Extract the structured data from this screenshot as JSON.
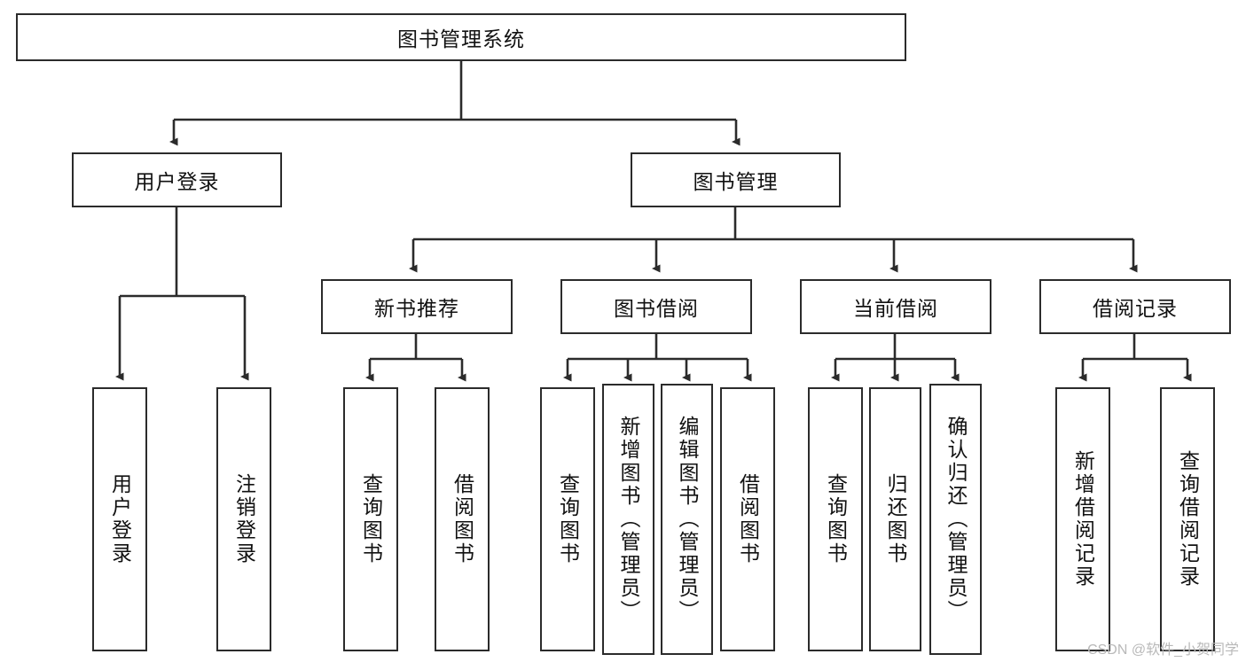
{
  "diagram": {
    "title": "图书管理系统",
    "type": "hierarchy-tree",
    "watermark": "CSDN @软件_小贺同学",
    "colors": {
      "box_border": "#2b2b2b",
      "box_fill": "#ffffff",
      "edge": "#2b2b2b",
      "text": "#111111",
      "watermark": "#b9b9b9"
    },
    "levels": [
      {
        "level": 1,
        "nodes": [
          {
            "id": "root",
            "label": "图书管理系统",
            "orientation": "horizontal"
          }
        ]
      },
      {
        "level": 2,
        "nodes": [
          {
            "id": "login",
            "label": "用户登录",
            "orientation": "horizontal",
            "parent": "root"
          },
          {
            "id": "bookmgmt",
            "label": "图书管理",
            "orientation": "horizontal",
            "parent": "root"
          }
        ]
      },
      {
        "level": 3,
        "nodes": [
          {
            "id": "newbook",
            "label": "新书推荐",
            "orientation": "horizontal",
            "parent": "bookmgmt"
          },
          {
            "id": "borrow",
            "label": "图书借阅",
            "orientation": "horizontal",
            "parent": "bookmgmt"
          },
          {
            "id": "current",
            "label": "当前借阅",
            "orientation": "horizontal",
            "parent": "bookmgmt"
          },
          {
            "id": "records",
            "label": "借阅记录",
            "orientation": "horizontal",
            "parent": "bookmgmt"
          }
        ]
      },
      {
        "level": 4,
        "nodes": [
          {
            "id": "leaf1",
            "label": "用户登录",
            "orientation": "vertical",
            "parent": "login"
          },
          {
            "id": "leaf2",
            "label": "注销登录",
            "orientation": "vertical",
            "parent": "login"
          },
          {
            "id": "leaf3",
            "label": "查询图书",
            "orientation": "vertical",
            "parent": "newbook"
          },
          {
            "id": "leaf4",
            "label": "借阅图书",
            "orientation": "vertical",
            "parent": "newbook"
          },
          {
            "id": "leaf5",
            "label": "查询图书",
            "orientation": "vertical",
            "parent": "borrow"
          },
          {
            "id": "leaf6",
            "label": "新增图书（管理员）",
            "orientation": "vertical",
            "parent": "borrow"
          },
          {
            "id": "leaf7",
            "label": "编辑图书（管理员）",
            "orientation": "vertical",
            "parent": "borrow"
          },
          {
            "id": "leaf8",
            "label": "借阅图书",
            "orientation": "vertical",
            "parent": "borrow"
          },
          {
            "id": "leaf9",
            "label": "查询图书",
            "orientation": "vertical",
            "parent": "current"
          },
          {
            "id": "leaf10",
            "label": "归还图书",
            "orientation": "vertical",
            "parent": "current"
          },
          {
            "id": "leaf11",
            "label": "确认归还（管理员）",
            "orientation": "vertical",
            "parent": "current"
          },
          {
            "id": "leaf12",
            "label": "新增借阅记录",
            "orientation": "vertical",
            "parent": "records"
          },
          {
            "id": "leaf13",
            "label": "查询借阅记录",
            "orientation": "vertical",
            "parent": "records"
          }
        ]
      }
    ]
  }
}
